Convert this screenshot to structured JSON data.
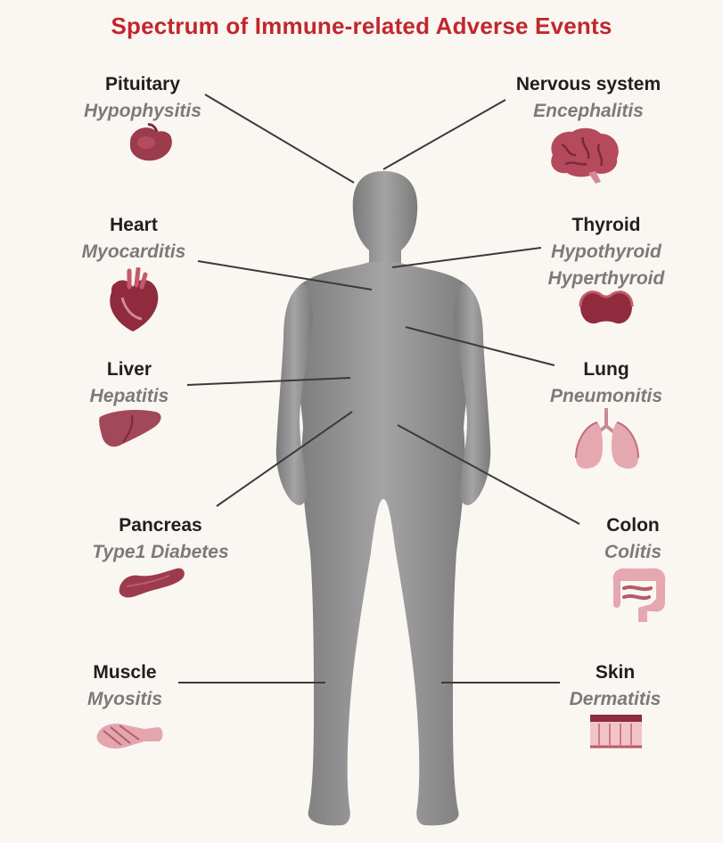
{
  "title": "Spectrum of Immune-related Adverse Events",
  "colors": {
    "title": "#c1272d",
    "organ_label": "#1f1f1f",
    "condition_label": "#7b7b7b",
    "body": "#8e8e8e",
    "leader_line": "#3a3a3a",
    "organ_icon": "#9b3b4c"
  },
  "organs": [
    {
      "organ": "Pituitary",
      "condition": "Hypophysitis",
      "icon": "pituitary-icon"
    },
    {
      "organ": "Nervous system",
      "condition": "Encephalitis",
      "icon": "brain-icon"
    },
    {
      "organ": "Heart",
      "condition": "Myocarditis",
      "icon": "heart-icon"
    },
    {
      "organ": "Thyroid",
      "condition": "Hypothyroid",
      "condition2": "Hyperthyroid",
      "icon": "thyroid-icon"
    },
    {
      "organ": "Liver",
      "condition": "Hepatitis",
      "icon": "liver-icon"
    },
    {
      "organ": "Lung",
      "condition": "Pneumonitis",
      "icon": "lungs-icon"
    },
    {
      "organ": "Pancreas",
      "condition": "Type1 Diabetes",
      "icon": "pancreas-icon"
    },
    {
      "organ": "Colon",
      "condition": "Colitis",
      "icon": "colon-icon"
    },
    {
      "organ": "Muscle",
      "condition": "Myositis",
      "icon": "muscle-icon"
    },
    {
      "organ": "Skin",
      "condition": "Dermatitis",
      "icon": "skin-icon"
    }
  ]
}
